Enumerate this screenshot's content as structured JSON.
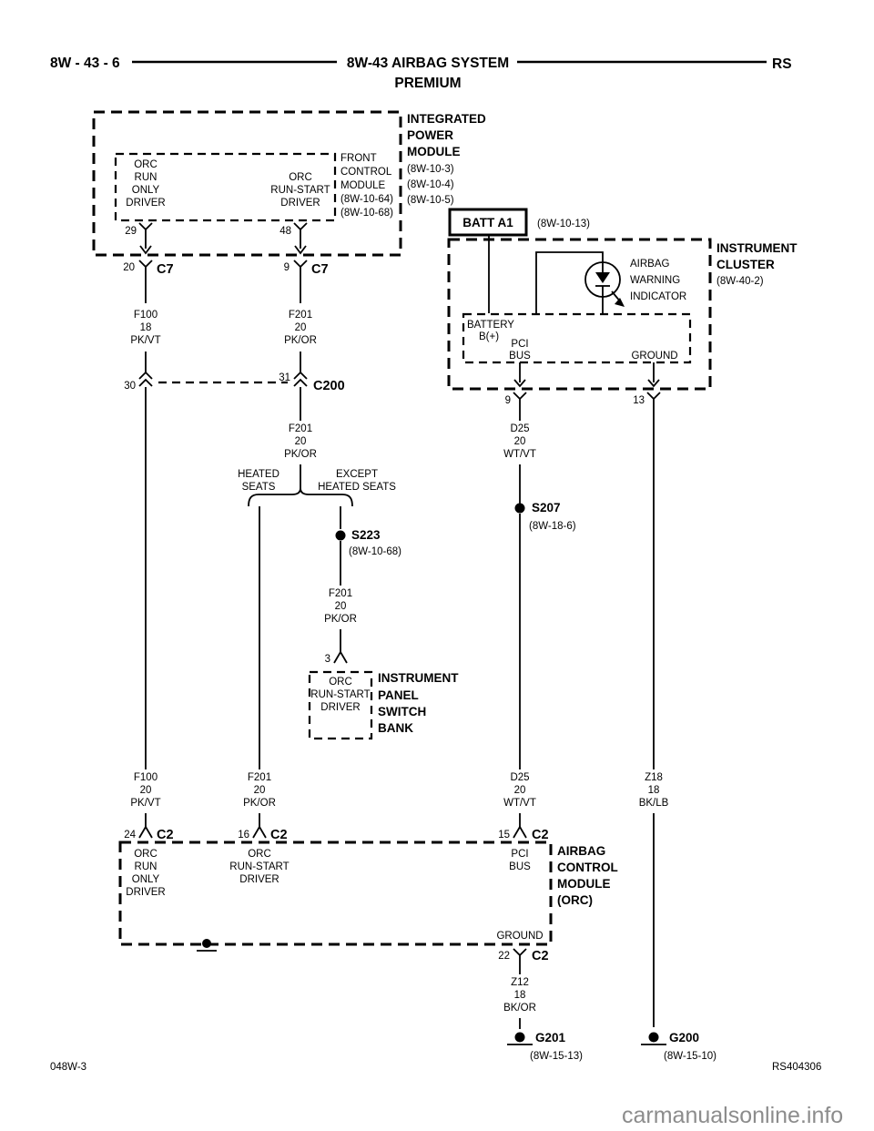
{
  "header": {
    "doc_code": "8W - 43 - 6",
    "title": "8W-43 AIRBAG SYSTEM",
    "subtitle": "PREMIUM",
    "region_code": "RS"
  },
  "footer": {
    "sheet_code": "048W-3",
    "drawing_code": "RS404306",
    "watermark": "carmanualsonline.info"
  },
  "colors": {
    "ink": "#000000",
    "watermark_gray": "#8c8c8c",
    "paper": "#ffffff"
  },
  "ipm": {
    "title_lines": [
      "INTEGRATED",
      "POWER",
      "MODULE"
    ],
    "ref_lines": [
      "(8W-10-3)",
      "(8W-10-4)",
      "(8W-10-5)"
    ],
    "fcm": {
      "title_lines": [
        "FRONT",
        "CONTROL",
        "MODULE"
      ],
      "ref_lines": [
        "(8W-10-64)",
        "(8W-10-68)"
      ],
      "left_pin_label": [
        "ORC",
        "RUN",
        "ONLY",
        "DRIVER"
      ],
      "right_pin_label": [
        "ORC",
        "RUN-START",
        "DRIVER"
      ],
      "left_pin": "29",
      "right_pin": "48"
    },
    "left_conn_pin": "20",
    "right_conn_pin": "9",
    "connector": "C7"
  },
  "c200": {
    "left_pin": "30",
    "right_pin": "31",
    "name": "C200"
  },
  "wires": {
    "f100_top": [
      "F100",
      "18",
      "PK/VT"
    ],
    "f201_upper": [
      "F201",
      "20",
      "PK/OR"
    ],
    "f201_mid": [
      "F201",
      "20",
      "PK/OR"
    ],
    "f201_lower": [
      "F201",
      "20",
      "PK/OR"
    ],
    "d25_upper": [
      "D25",
      "20",
      "WT/VT"
    ],
    "f100_bottom": [
      "F100",
      "20",
      "PK/VT"
    ],
    "f201_bottom": [
      "F201",
      "20",
      "PK/OR"
    ],
    "d25_bottom": [
      "D25",
      "20",
      "WT/VT"
    ],
    "z18": [
      "Z18",
      "18",
      "BK/LB"
    ],
    "z12": [
      "Z12",
      "18",
      "BK/OR"
    ]
  },
  "branch": {
    "left_lines": [
      "HEATED",
      "SEATS"
    ],
    "right_lines": [
      "EXCEPT",
      "HEATED SEATS"
    ]
  },
  "splices": {
    "s223": {
      "name": "S223",
      "ref": "(8W-10-68)"
    },
    "s207": {
      "name": "S207",
      "ref": "(8W-18-6)"
    }
  },
  "ipsb": {
    "pin": "3",
    "pin_label": [
      "ORC",
      "RUN-START",
      "DRIVER"
    ],
    "title_lines": [
      "INSTRUMENT",
      "PANEL",
      "SWITCH",
      "BANK"
    ]
  },
  "batt": {
    "name": "BATT A1",
    "ref": "(8W-10-13)"
  },
  "cluster": {
    "title_lines": [
      "INSTRUMENT",
      "CLUSTER"
    ],
    "ref": "(8W-40-2)",
    "indicator_lines": [
      "AIRBAG",
      "WARNING",
      "INDICATOR"
    ],
    "battery_lines": [
      "BATTERY",
      "B(+)"
    ],
    "pci_lines": [
      "PCI",
      "BUS"
    ],
    "ground_label": "GROUND",
    "pin9": "9",
    "pin13": "13"
  },
  "orc": {
    "title_lines": [
      "AIRBAG",
      "CONTROL",
      "MODULE",
      "(ORC)"
    ],
    "connector": "C2",
    "pin24": "24",
    "pin16": "16",
    "pin15": "15",
    "pin22": "22",
    "pin24_label": [
      "ORC",
      "RUN",
      "ONLY",
      "DRIVER"
    ],
    "pin16_label": [
      "ORC",
      "RUN-START",
      "DRIVER"
    ],
    "pin15_label": [
      "PCI",
      "BUS"
    ],
    "ground_label": "GROUND"
  },
  "grounds": {
    "g201": {
      "name": "G201",
      "ref": "(8W-15-13)"
    },
    "g200": {
      "name": "G200",
      "ref": "(8W-15-10)"
    }
  }
}
